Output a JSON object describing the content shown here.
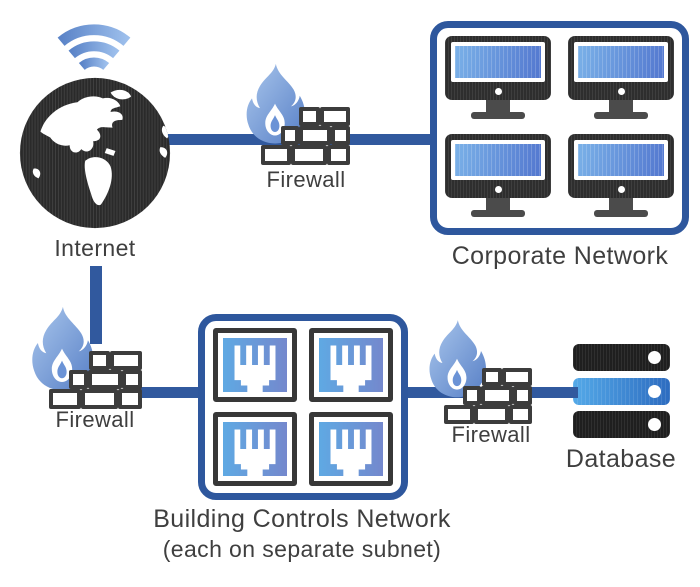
{
  "diagram": {
    "type": "network-architecture",
    "colors": {
      "connector_blue": "#31599e",
      "container_border_blue": "#2e579d",
      "icon_dark": "#2d2d2d",
      "flame_blue_light": "#a6c3ec",
      "flame_blue_dark": "#5b84c8",
      "screen_blue": "#5f87d4",
      "label_text": "#3f3f3f"
    },
    "nodes": {
      "internet": {
        "label": "Internet",
        "icon": "globe-with-wifi"
      },
      "firewall_top": {
        "label": "Firewall",
        "icon": "flame-brick-wall"
      },
      "corporate_network": {
        "label": "Corporate Network",
        "icon": "four-monitors",
        "monitor_count": 4
      },
      "firewall_left": {
        "label": "Firewall",
        "icon": "flame-brick-wall"
      },
      "building_controls_network": {
        "label": "Building Controls Network",
        "sublabel": "(each on separate subnet)",
        "icon": "four-ethernet-ports",
        "port_count": 4
      },
      "firewall_right": {
        "label": "Firewall",
        "icon": "flame-brick-wall"
      },
      "database": {
        "label": "Database",
        "icon": "server-stack",
        "bar_count": 3
      }
    },
    "connections": [
      {
        "from": "internet",
        "to": "corporate_network",
        "via": "firewall_top"
      },
      {
        "from": "internet",
        "to": "building_controls_network",
        "via": "firewall_left"
      },
      {
        "from": "building_controls_network",
        "to": "database",
        "via": "firewall_right"
      }
    ]
  }
}
